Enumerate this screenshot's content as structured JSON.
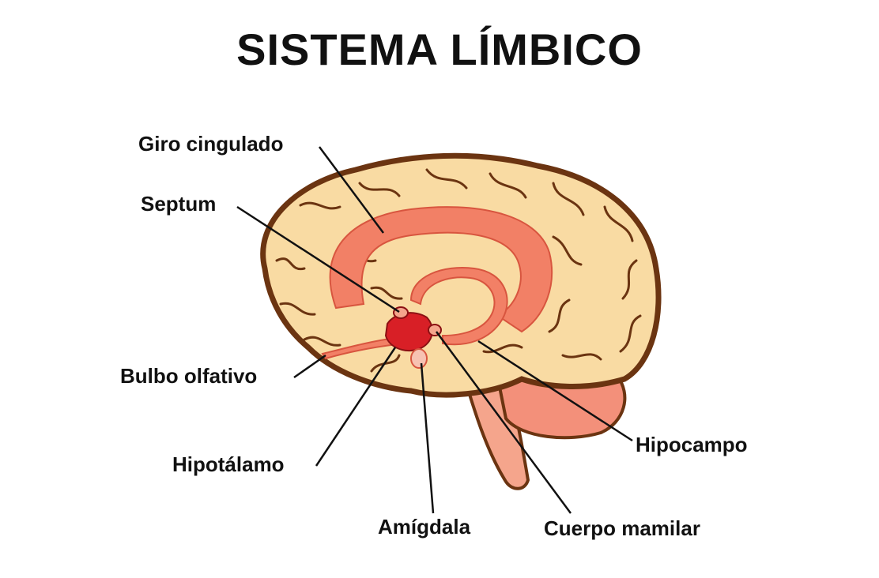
{
  "title": "SISTEMA LÍMBICO",
  "labels": {
    "giro_cingulado": "Giro cingulado",
    "septum": "Septum",
    "bulbo_olfativo": "Bulbo olfativo",
    "hipotalamo": "Hipotálamo",
    "amigdala": "Amígdala",
    "cuerpo_mamilar": "Cuerpo mamilar",
    "hipocampo": "Hipocampo"
  },
  "colors": {
    "brain_fill": "#f9dba3",
    "brain_outline": "#6b3411",
    "limbic": "#f28066",
    "limbic_dark": "#d8553f",
    "core": "#d81f26",
    "stem": "#f5a58c",
    "cerebellum": "#f3907a"
  }
}
